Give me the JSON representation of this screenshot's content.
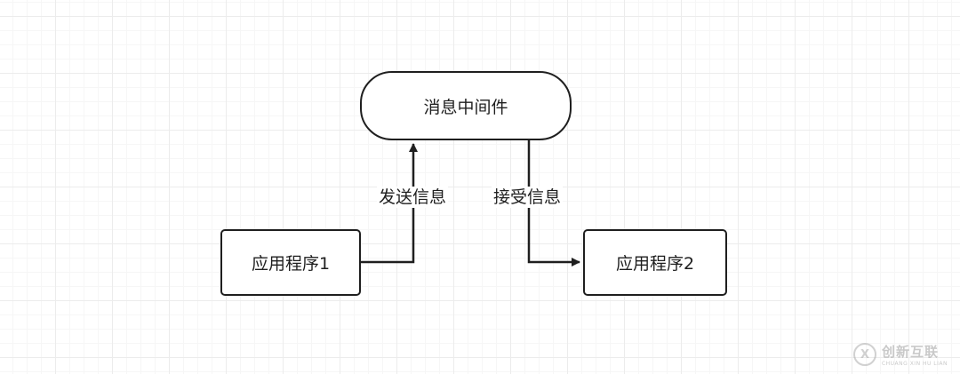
{
  "nodes": {
    "middleware": "消息中间件",
    "app1": "应用程序1",
    "app2": "应用程序2"
  },
  "edges": {
    "send": "发送信息",
    "receive": "接受信息"
  },
  "watermark": {
    "logo_glyph": "X",
    "main": "创新互联",
    "sub": "CHUANG XIN HU LIAN"
  }
}
